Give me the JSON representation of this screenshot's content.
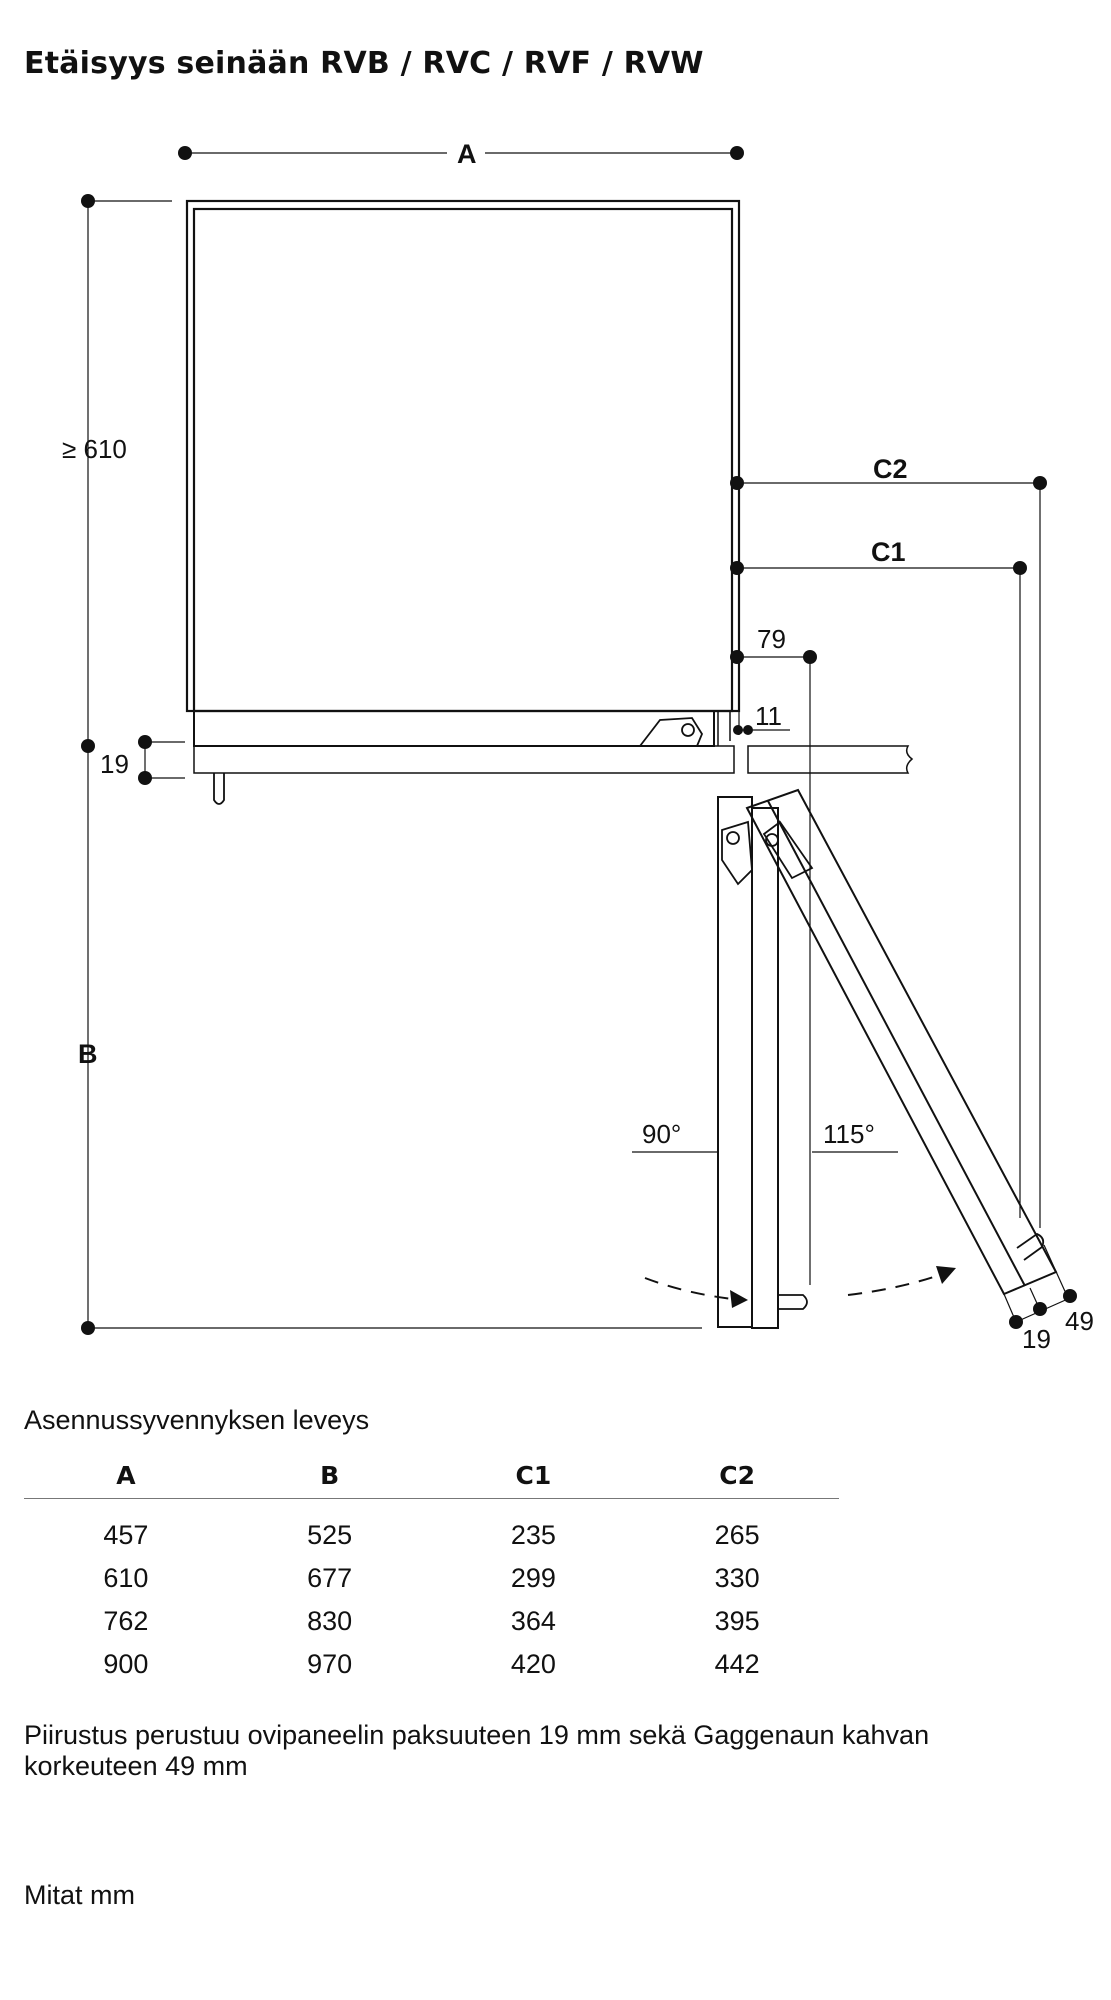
{
  "title": "Etäisyys seinään RVB / RVC / RVF / RVW",
  "diagram": {
    "label_a": "A",
    "label_b": "B",
    "label_c1": "C1",
    "label_c2": "C2",
    "label_min_depth": "≥ 610",
    "label_79": "79",
    "label_11": "11",
    "label_19_left": "19",
    "label_90": "90°",
    "label_115": "115°",
    "label_19_bottom": "19",
    "label_49": "49"
  },
  "table": {
    "caption": "Asennussyvennyksen leveys",
    "headers": [
      "A",
      "B",
      "C1",
      "C2"
    ],
    "rows": [
      [
        "457",
        "525",
        "235",
        "265"
      ],
      [
        "610",
        "677",
        "299",
        "330"
      ],
      [
        "762",
        "830",
        "364",
        "395"
      ],
      [
        "900",
        "970",
        "420",
        "442"
      ]
    ]
  },
  "note": "Piirustus perustuu ovipaneelin paksuuteen 19 mm sekä Gaggenaun kahvan korkeuteen 49 mm",
  "units": "Mitat mm"
}
